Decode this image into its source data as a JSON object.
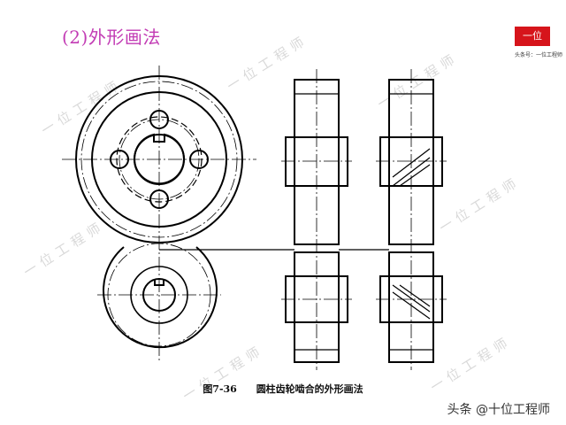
{
  "heading": "(2)外形画法",
  "logo": {
    "text": "一位",
    "caption": "头条号：一位工程师",
    "color": "#d6141b"
  },
  "figure": {
    "number": "图7-36",
    "title": "圆柱齿轮啮合的外形画法"
  },
  "byline": "头条 @十位工程师",
  "watermark": "一位工程师",
  "colors": {
    "heading": "#c23bb4",
    "line": "#000000"
  }
}
